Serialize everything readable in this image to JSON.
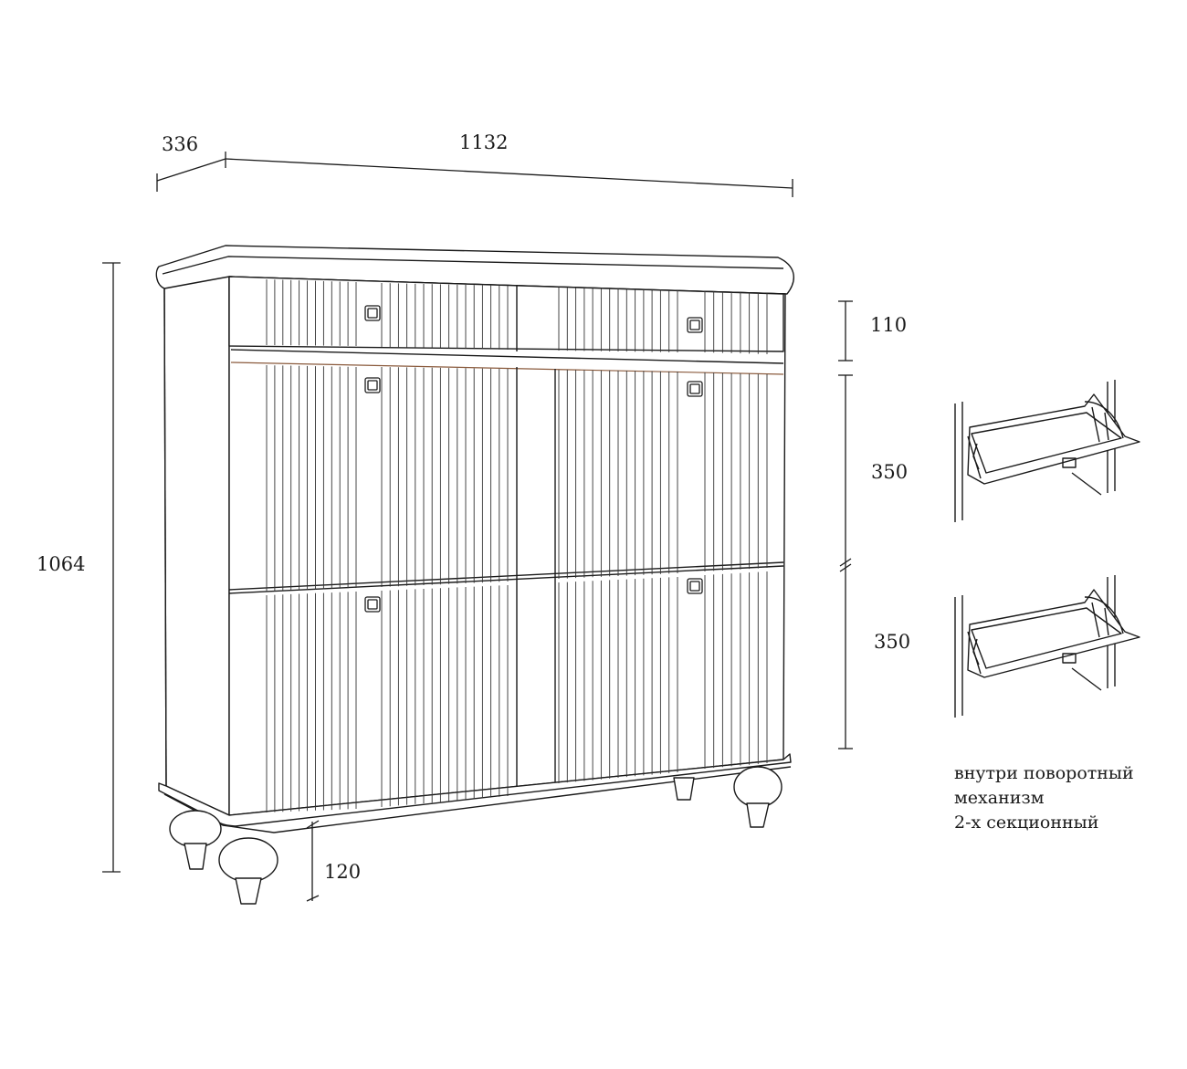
{
  "dimensions": {
    "depth": "336",
    "width": "1132",
    "height": "1064",
    "drawer_height": "110",
    "upper_section_height": "350",
    "lower_section_height": "350",
    "leg_height": "120"
  },
  "note": {
    "line1": "внутри поворотный",
    "line2": "механизм",
    "line3": "2-х секционный"
  },
  "icons": {
    "cabinet": "shoe-cabinet-drawing",
    "mechanism": "tilt-out-shoe-rack-mechanism"
  },
  "colors": {
    "line": "#1a1a1a",
    "accent": "#8a5a3c",
    "background": "#ffffff"
  }
}
